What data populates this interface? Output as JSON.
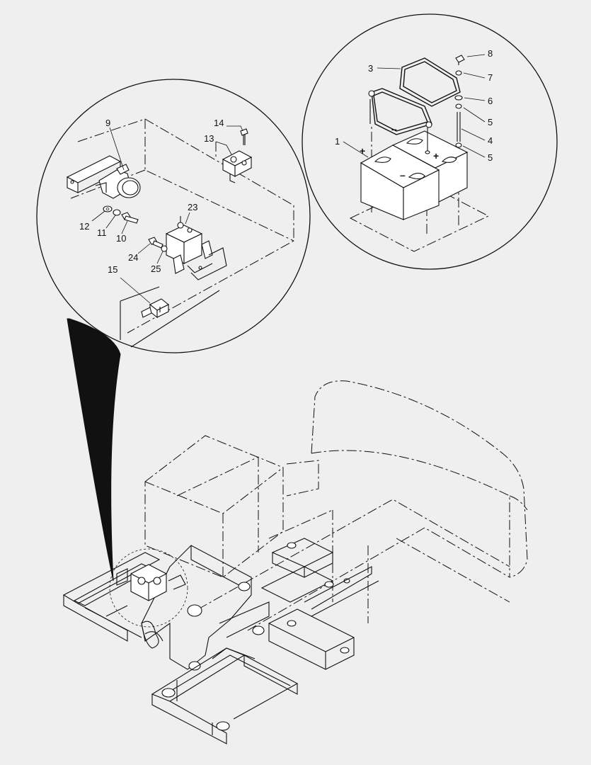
{
  "callouts": {
    "battery_detail": [
      {
        "label": "1"
      },
      {
        "label": "3"
      },
      {
        "label": "8"
      },
      {
        "label": "7"
      },
      {
        "label": "6"
      },
      {
        "label": "5"
      },
      {
        "label": "4"
      },
      {
        "label": "5"
      }
    ],
    "solenoid_detail": [
      {
        "label": "9"
      },
      {
        "label": "14"
      },
      {
        "label": "13"
      },
      {
        "label": "23"
      },
      {
        "label": "12"
      },
      {
        "label": "11"
      },
      {
        "label": "10"
      },
      {
        "label": "24"
      },
      {
        "label": "25"
      },
      {
        "label": "15"
      }
    ]
  },
  "battery_marks": {
    "positive": "+",
    "negative": "–"
  }
}
